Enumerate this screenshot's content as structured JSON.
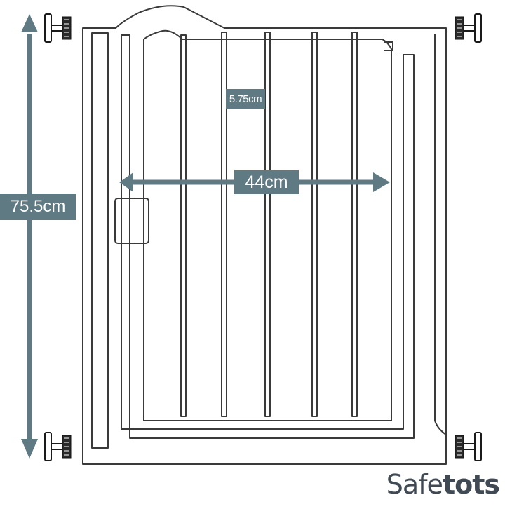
{
  "dimensions": {
    "height_label": "75.5cm",
    "width_label": "44cm",
    "bar_spacing_label": "5.75cm"
  },
  "brand": {
    "part1": "Safe",
    "part2": "tots"
  },
  "colors": {
    "dimension_arrow": "#607a84",
    "label_background": "#607a84",
    "line": "#3a3a3a",
    "brand_text": "#404a54"
  },
  "icons": {
    "pressure_mount": "threaded-spindle-with-round-pad"
  }
}
